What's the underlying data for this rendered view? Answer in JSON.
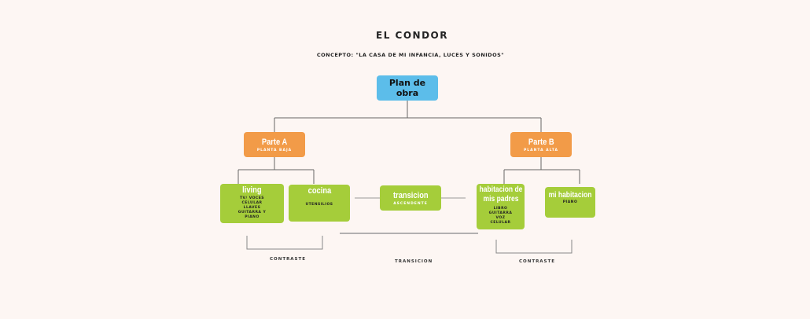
{
  "title": "EL CONDOR",
  "concept": "CONCEPTO: \"LA CASA DE MI INFANCIA, LUCES Y SONIDOS\"",
  "colors": {
    "root": "#5cbdea",
    "part": "#f29b48",
    "room": "#a5cd3a",
    "background": "#fdf6f3"
  },
  "root": {
    "label": "Plan de obra"
  },
  "part_a": {
    "title": "Parte A",
    "subtitle": "PLANTA BAJA"
  },
  "part_b": {
    "title": "Parte B",
    "subtitle": "PLANTA ALTA"
  },
  "living": {
    "title": "living",
    "items": [
      "TV/ VOCES",
      "CELULAR",
      "LLAVES",
      "GUITARRA Y",
      "PIANO"
    ]
  },
  "cocina": {
    "title": "cocina",
    "items": [
      "UTENSILIOS"
    ]
  },
  "transicion": {
    "title": "transicion",
    "subtitle": "ASCENDENTE"
  },
  "padres": {
    "title": "habitacion de mis padres",
    "items": [
      "LIBRO",
      "GUITARRA",
      "VOZ",
      "CELULAR"
    ]
  },
  "mi_habitacion": {
    "title": "mi habitacion",
    "items": [
      "PIANO"
    ]
  },
  "labels": {
    "contraste_left": "CONTRASTE",
    "transicion": "TRANSICION",
    "contraste_right": "CONTRASTE"
  }
}
